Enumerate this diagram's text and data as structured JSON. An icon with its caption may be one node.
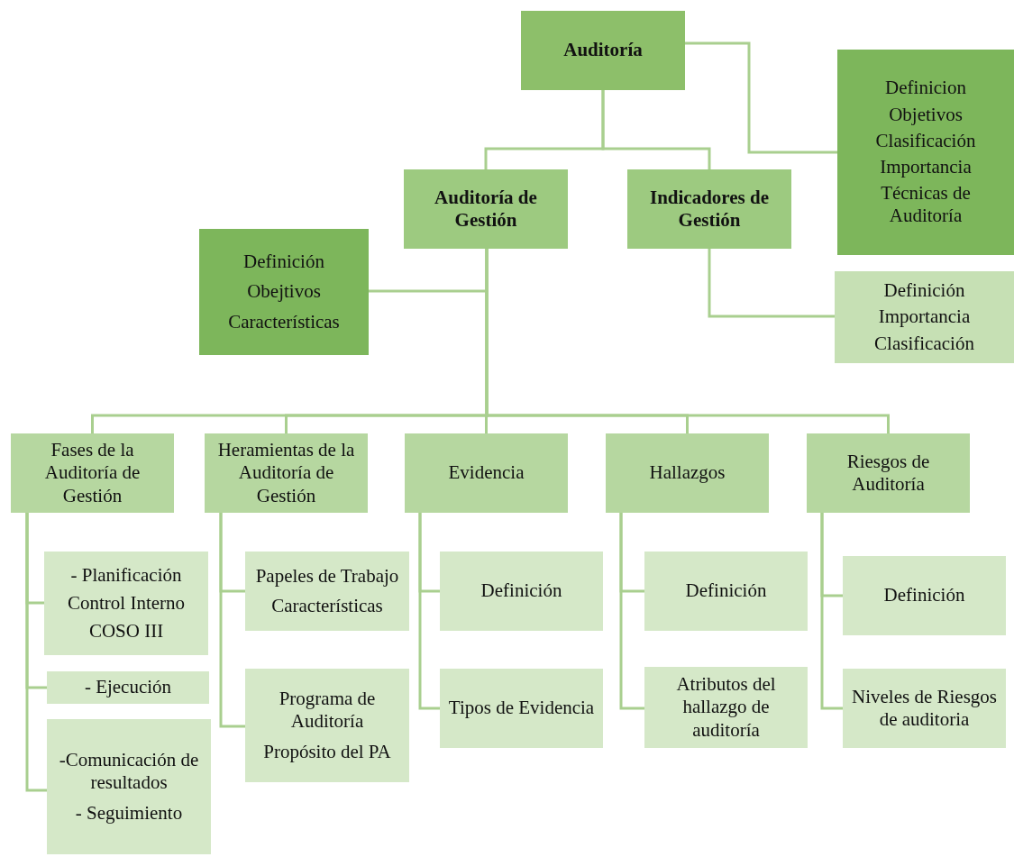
{
  "diagram": {
    "nodes": [
      {
        "text": [
          "Auditoría"
        ]
      },
      {
        "text": [
          "Definicion",
          "Objetivos",
          "Clasificación",
          "Importancia",
          "Técnicas de Auditoría"
        ]
      },
      {
        "text": [
          "Auditoría de Gestión"
        ]
      },
      {
        "text": [
          "Indicadores de Gestión"
        ]
      },
      {
        "text": [
          "Definición",
          "Obejtivos",
          "Características"
        ]
      },
      {
        "text": [
          "Definición",
          "Importancia",
          "Clasificación"
        ]
      },
      {
        "text": [
          "Fases de la Auditoría de Gestión"
        ]
      },
      {
        "text": [
          "Heramientas de la Auditoría de Gestión"
        ]
      },
      {
        "text": [
          "Evidencia"
        ]
      },
      {
        "text": [
          "Hallazgos"
        ]
      },
      {
        "text": [
          "Riesgos de Auditoría"
        ]
      },
      {
        "text": [
          "- Planificación",
          "Control Interno",
          "COSO III"
        ]
      },
      {
        "text": [
          "- Ejecución"
        ]
      },
      {
        "text": [
          "-Comunicación de resultados",
          "- Seguimiento"
        ]
      },
      {
        "text": [
          "Papeles de Trabajo",
          "Características"
        ]
      },
      {
        "text": [
          "Programa de Auditoría",
          "Propósito del PA"
        ]
      },
      {
        "text": [
          "Definición"
        ]
      },
      {
        "text": [
          "Tipos de Evidencia"
        ]
      },
      {
        "text": [
          "Definición"
        ]
      },
      {
        "text": [
          "Atributos del hallazgo de auditoría"
        ]
      },
      {
        "text": [
          "Definición"
        ]
      },
      {
        "text": [
          "Niveles de Riesgos de auditoria"
        ]
      }
    ],
    "edges": [
      {
        "from": 0,
        "to": 1,
        "arrow": "none"
      },
      {
        "from": 0,
        "to": 2,
        "arrow": "none"
      },
      {
        "from": 0,
        "to": 3,
        "arrow": "none"
      },
      {
        "from": 2,
        "to": 4,
        "arrow": "none"
      },
      {
        "from": 3,
        "to": 5,
        "arrow": "none"
      },
      {
        "from": 2,
        "to": 6,
        "arrow": "none"
      },
      {
        "from": 2,
        "to": 7,
        "arrow": "none"
      },
      {
        "from": 2,
        "to": 8,
        "arrow": "none"
      },
      {
        "from": 2,
        "to": 9,
        "arrow": "none"
      },
      {
        "from": 2,
        "to": 10,
        "arrow": "none"
      },
      {
        "from": 6,
        "to": 11,
        "arrow": "none"
      },
      {
        "from": 6,
        "to": 12,
        "arrow": "none"
      },
      {
        "from": 6,
        "to": 13,
        "arrow": "none"
      },
      {
        "from": 7,
        "to": 14,
        "arrow": "none"
      },
      {
        "from": 7,
        "to": 15,
        "arrow": "none"
      },
      {
        "from": 8,
        "to": 16,
        "arrow": "none"
      },
      {
        "from": 8,
        "to": 17,
        "arrow": "none"
      },
      {
        "from": 9,
        "to": 18,
        "arrow": "none"
      },
      {
        "from": 9,
        "to": 19,
        "arrow": "none"
      },
      {
        "from": 10,
        "to": 20,
        "arrow": "none"
      },
      {
        "from": 10,
        "to": 21,
        "arrow": "none"
      }
    ]
  }
}
